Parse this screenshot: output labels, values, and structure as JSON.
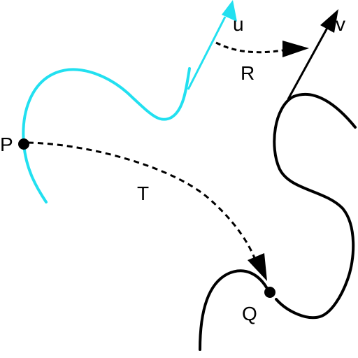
{
  "labels": {
    "point_p": "P",
    "point_q": "Q",
    "vector_u": "u",
    "vector_v": "v",
    "map_t": "T",
    "map_r": "R"
  },
  "colors": {
    "first_curve": "#22E0F0",
    "second_curve": "#000000",
    "arrows": "#000000",
    "background": "#FFFFFF"
  },
  "icons": {
    "point_marker": "filled-circle",
    "vector_head": "filled-triangle-arrowhead",
    "map_arrow": "dashed-curved-arrow"
  }
}
